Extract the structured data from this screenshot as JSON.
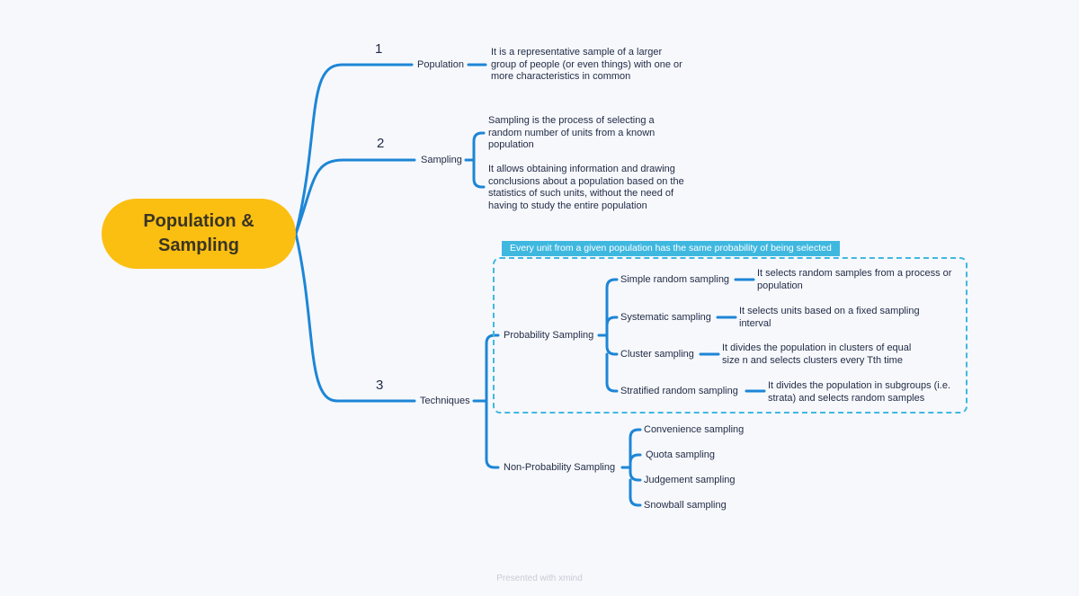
{
  "central_topic": "Population &\nSampling",
  "branches": [
    {
      "number": "1",
      "label": "Population"
    },
    {
      "number": "2",
      "label": "Sampling"
    },
    {
      "number": "3",
      "label": "Techniques"
    }
  ],
  "population_note": "It is a representative sample of a larger group of people (or even things) with one or more characteristics in common",
  "sampling_notes": [
    "Sampling is the process of selecting a random number of units from a known population",
    "It allows obtaining information and drawing conclusions about a population based on the statistics of such units, without the need of having to study the entire population"
  ],
  "techniques": {
    "probability": {
      "label": "Probability Sampling",
      "banner": "Every unit from a given population has the same probability of being selected",
      "methods": [
        {
          "name": "Simple random sampling",
          "note": "It selects random samples from a process or population"
        },
        {
          "name": "Systematic sampling",
          "note": "It selects units based on a fixed sampling interval"
        },
        {
          "name": "Cluster sampling",
          "note": "It divides the population in clusters of equal size n and selects clusters every Tth time"
        },
        {
          "name": "Stratified random sampling",
          "note": "It divides the population in subgroups (i.e. strata) and selects random samples"
        }
      ]
    },
    "non_probability": {
      "label": "Non-Probability Sampling",
      "methods": [
        "Convenience sampling",
        "Quota sampling",
        "Judgement sampling",
        "Snowball sampling"
      ]
    }
  },
  "footer": "Presented with xmind",
  "colors": {
    "connector": "#1d86d6",
    "central": "#fbbf12",
    "accent": "#3fb8e0"
  }
}
